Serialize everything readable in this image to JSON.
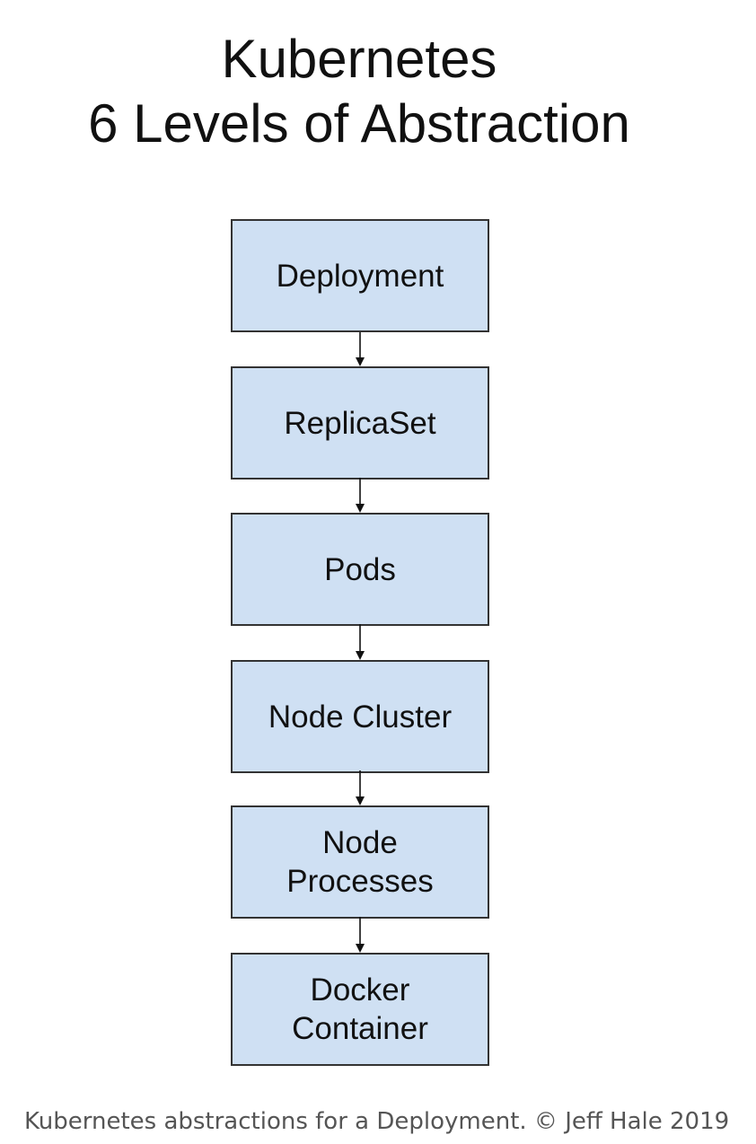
{
  "title": {
    "line1": "Kubernetes",
    "line2": "6 Levels of Abstraction"
  },
  "levels": [
    {
      "label": "Deployment"
    },
    {
      "label": "ReplicaSet"
    },
    {
      "label": "Pods"
    },
    {
      "label": "Node Cluster"
    },
    {
      "label": "Node\nProcesses"
    },
    {
      "label": "Docker\nContainer"
    }
  ],
  "caption": "Kubernetes abstractions for a Deployment. © Jeff Hale 2019",
  "colors": {
    "box_fill": "#cfe0f3",
    "box_border": "#333333",
    "text": "#111111",
    "caption": "#555555"
  }
}
